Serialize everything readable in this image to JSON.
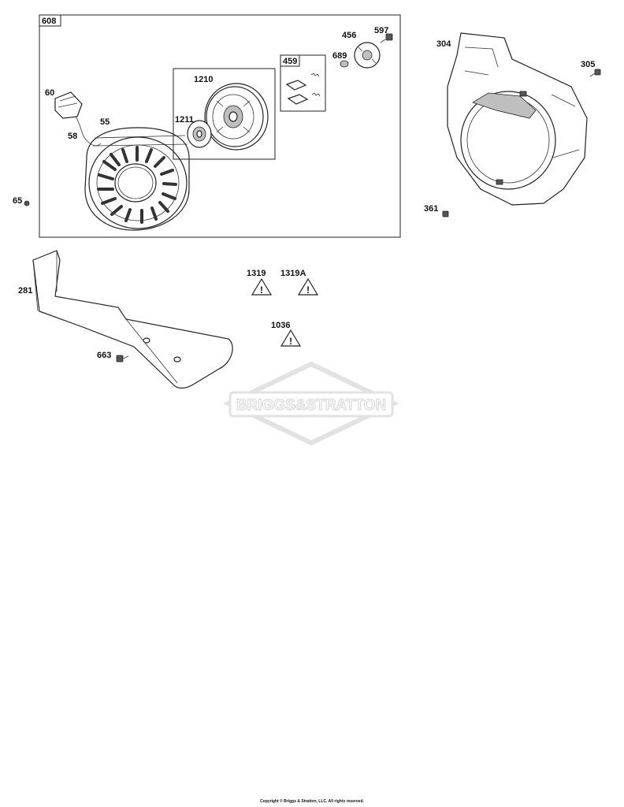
{
  "callouts": {
    "c608": "608",
    "c60": "60",
    "c55": "55",
    "c58": "58",
    "c65": "65",
    "c1210": "1210",
    "c1211": "1211",
    "c459": "459",
    "c456": "456",
    "c597": "597",
    "c689": "689",
    "c304": "304",
    "c305": "305",
    "c361": "361",
    "c281": "281",
    "c663": "663",
    "c1319": "1319",
    "c1319A": "1319A",
    "c1036": "1036"
  },
  "watermark": "BRIGGS&STRATTON",
  "copyright": "Copyright © Briggs & Stratton, LLC. All rights reserved.",
  "colors": {
    "line": "#222222",
    "watermark": "#e6e6e6",
    "background": "#ffffff"
  }
}
